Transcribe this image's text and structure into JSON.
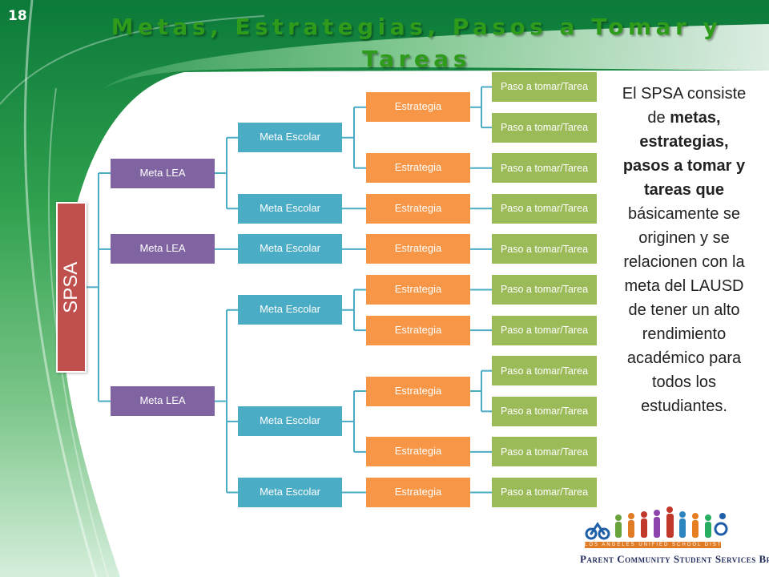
{
  "slide_number": "18",
  "title": "Metas, Estrategias, Pasos a Tomar y Tareas",
  "colors": {
    "title": "#2f9b1b",
    "root": "#c0504d",
    "lea": "#8064a2",
    "meta": "#4bacc6",
    "estrategia": "#f79646",
    "paso": "#9bbb59",
    "connector": "#4bacc6"
  },
  "tree": {
    "label": "SPSA",
    "children": [
      {
        "label": "Meta LEA",
        "children": [
          {
            "label": "Meta Escolar",
            "children": [
              {
                "label": "Estrategia",
                "children": [
                  {
                    "label": "Paso a tomar/Tarea"
                  },
                  {
                    "label": "Paso a tomar/Tarea"
                  }
                ]
              },
              {
                "label": "Estrategia",
                "children": [
                  {
                    "label": "Paso a tomar/Tarea"
                  }
                ]
              }
            ]
          },
          {
            "label": "Meta Escolar",
            "children": [
              {
                "label": "Estrategia",
                "children": [
                  {
                    "label": "Paso a tomar/Tarea"
                  }
                ]
              }
            ]
          }
        ]
      },
      {
        "label": "Meta LEA",
        "children": [
          {
            "label": "Meta Escolar",
            "children": [
              {
                "label": "Estrategia",
                "children": [
                  {
                    "label": "Paso a tomar/Tarea"
                  }
                ]
              }
            ]
          }
        ]
      },
      {
        "label": "Meta LEA",
        "children": [
          {
            "label": "Meta Escolar",
            "children": [
              {
                "label": "Estrategia",
                "children": [
                  {
                    "label": "Paso a tomar/Tarea"
                  }
                ]
              },
              {
                "label": "Estrategia",
                "children": [
                  {
                    "label": "Paso a tomar/Tarea"
                  }
                ]
              }
            ]
          },
          {
            "label": "Meta Escolar",
            "children": [
              {
                "label": "Estrategia",
                "children": [
                  {
                    "label": "Paso a tomar/Tarea"
                  },
                  {
                    "label": "Paso a tomar/Tarea"
                  }
                ]
              },
              {
                "label": "Estrategia",
                "children": [
                  {
                    "label": "Paso a tomar/Tarea"
                  }
                ]
              }
            ]
          },
          {
            "label": "Meta Escolar",
            "children": [
              {
                "label": "Estrategia",
                "children": [
                  {
                    "label": "Paso a tomar/Tarea"
                  }
                ]
              }
            ]
          }
        ]
      }
    ]
  },
  "description": [
    {
      "text": "El SPSA consiste de ",
      "bold": false
    },
    {
      "text": "metas, estrategias, pasos a tomar y tareas que",
      "bold": true
    },
    {
      "text": " básicamente se  originen y se relacionen con la meta del LAUSD de tener un alto rendimiento académico para todos los estudiantes.",
      "bold": false
    }
  ],
  "logo": {
    "district": "LOS ANGELES UNIFIED SCHOOL DISTRICT",
    "branch": "Parent Community Student Services Branch"
  }
}
